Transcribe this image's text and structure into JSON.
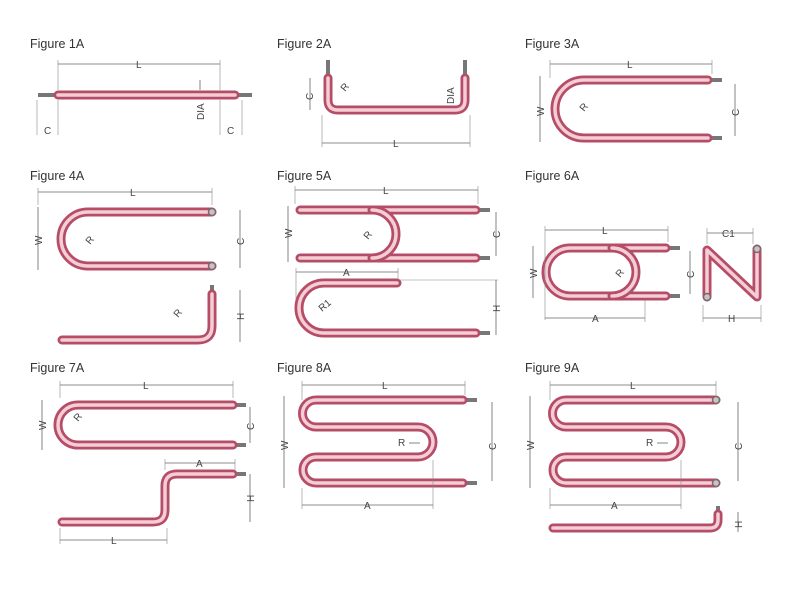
{
  "figures": [
    {
      "title": "Figure 1A",
      "dims": [
        "L",
        "DIA",
        "C",
        "C"
      ]
    },
    {
      "title": "Figure 2A",
      "dims": [
        "C",
        "R",
        "DIA",
        "L"
      ]
    },
    {
      "title": "Figure 3A",
      "dims": [
        "L",
        "W",
        "R",
        "C"
      ]
    },
    {
      "title": "Figure 4A",
      "dims": [
        "L",
        "W",
        "R",
        "C",
        "R",
        "H"
      ]
    },
    {
      "title": "Figure 5A",
      "dims": [
        "L",
        "W",
        "R",
        "C",
        "A",
        "R1",
        "H"
      ]
    },
    {
      "title": "Figure 6A",
      "dims": [
        "L",
        "W",
        "R",
        "C",
        "A",
        "C1",
        "H"
      ]
    },
    {
      "title": "Figure 7A",
      "dims": [
        "L",
        "W",
        "R",
        "C",
        "A",
        "H",
        "L"
      ]
    },
    {
      "title": "Figure 8A",
      "dims": [
        "L",
        "W",
        "R",
        "C",
        "A"
      ]
    },
    {
      "title": "Figure 9A",
      "dims": [
        "L",
        "W",
        "R",
        "C",
        "A",
        "H"
      ]
    }
  ],
  "colors": {
    "tube": "#b54d69",
    "tube_highlight": "#f4cdd5",
    "dimension": "#666666"
  }
}
